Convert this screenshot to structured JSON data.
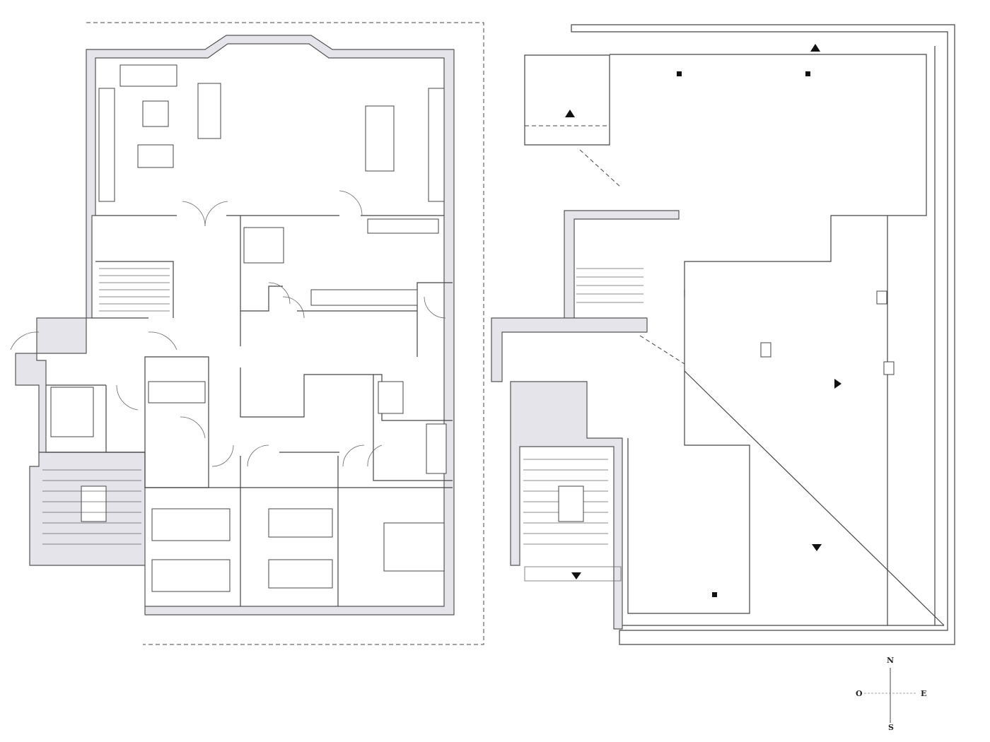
{
  "compass": {
    "north": "N",
    "west": "O",
    "east": "E",
    "south": "S"
  },
  "colors": {
    "wall_fill": "#e4e4ea",
    "line": "#444444"
  }
}
